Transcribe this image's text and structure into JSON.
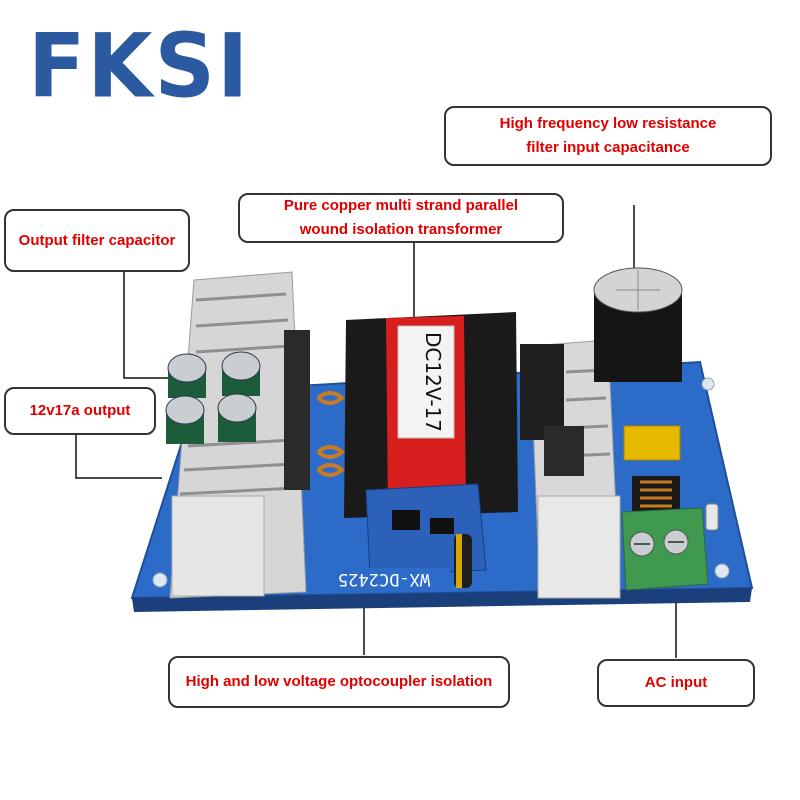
{
  "brand": {
    "logo_text": "FKSI",
    "color": "#2c5aa0"
  },
  "colors": {
    "label_text": "#e00000",
    "border": "#333333",
    "pcb": "#2d6bc9",
    "heatsink": "#d8d8d8"
  },
  "labels": {
    "filter_input_cap": "High frequency low resistance\nfilter input capacitance",
    "transformer": "Pure copper multi strand parallel\nwound isolation transformer",
    "output_filter_cap": "Output filter capacitor",
    "output": "12v17a output",
    "optocoupler": "High and low voltage optocoupler isolation",
    "ac_input": "AC input"
  },
  "board_text": {
    "transformer_marking": "DC12V-17",
    "model": "WX-DC2425"
  }
}
